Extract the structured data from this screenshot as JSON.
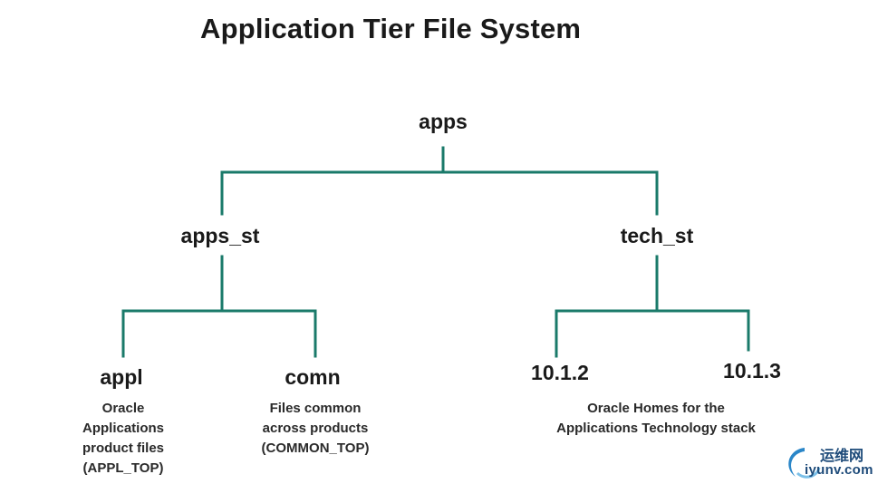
{
  "title": "Application Tier File System",
  "colors": {
    "line": "#1a7a6a",
    "text": "#1a1a1a",
    "watermark": "#1e4b7a"
  },
  "tree": {
    "root": {
      "label": "apps"
    },
    "apps_st": {
      "label": "apps_st"
    },
    "tech_st": {
      "label": "tech_st"
    },
    "appl": {
      "label": "appl",
      "description": [
        "Oracle",
        "Applications",
        "product files",
        "(APPL_TOP)"
      ]
    },
    "comn": {
      "label": "comn",
      "description": [
        "Files common",
        "across products",
        "(COMMON_TOP)"
      ]
    },
    "v1012": {
      "label": "10.1.2"
    },
    "v1013": {
      "label": "10.1.3"
    },
    "tech_description": [
      "Oracle Homes for the",
      "Applications Technology stack"
    ]
  },
  "watermark": {
    "cn": "运维网",
    "url": "iyunv.com",
    "icon": "swirl-logo-icon"
  }
}
